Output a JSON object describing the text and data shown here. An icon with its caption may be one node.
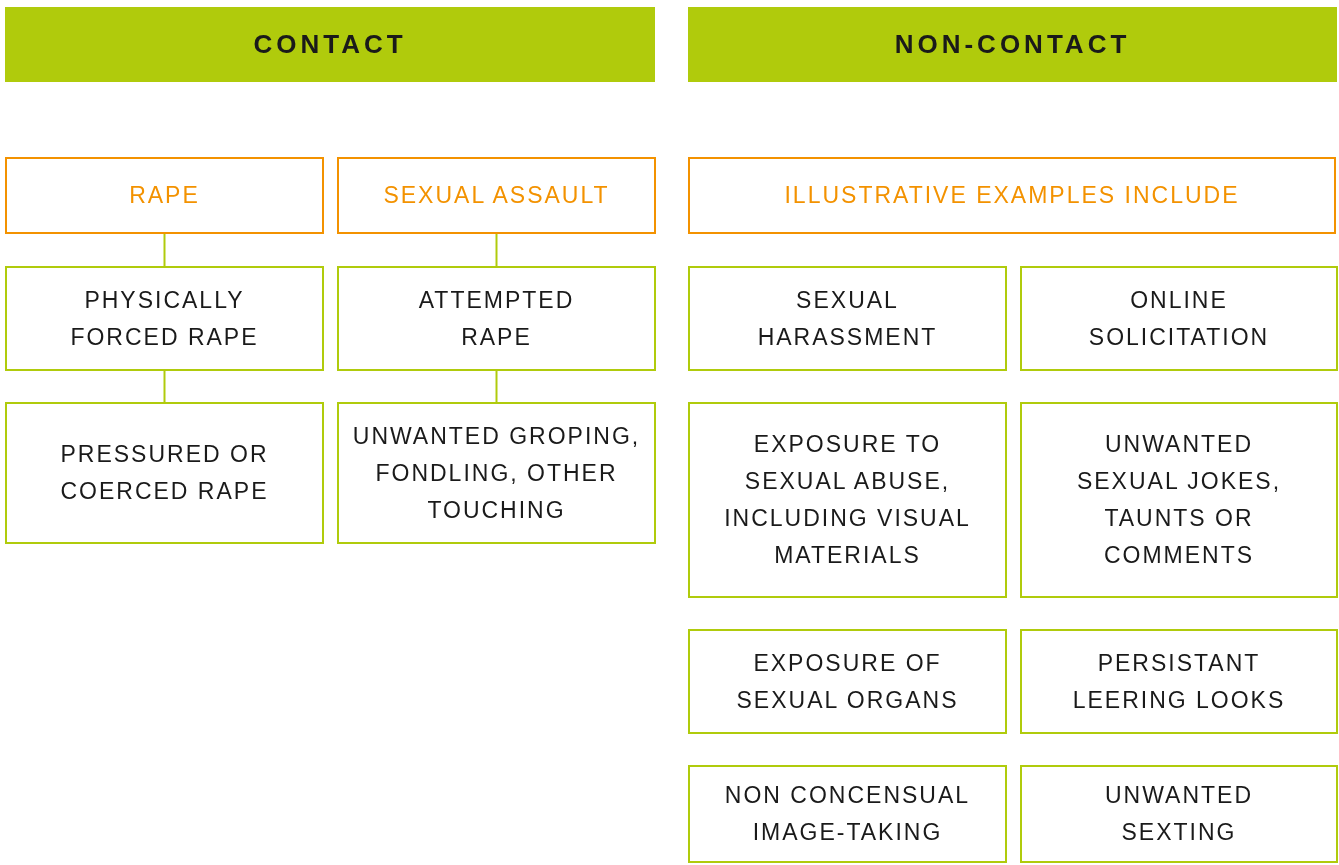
{
  "diagram": {
    "nodes": [
      {
        "text": [
          "CONTACT"
        ]
      },
      {
        "text": [
          "NON-CONTACT"
        ]
      },
      {
        "text": [
          "RAPE"
        ]
      },
      {
        "text": [
          "SEXUAL ASSAULT"
        ]
      },
      {
        "text": [
          "ILLUSTRATIVE EXAMPLES INCLUDE"
        ]
      },
      {
        "text": [
          "PHYSICALLY FORCED RAPE"
        ]
      },
      {
        "text": [
          "ATTEMPTED RAPE"
        ]
      },
      {
        "text": [
          "PRESSURED OR COERCED RAPE"
        ]
      },
      {
        "text": [
          "UNWANTED GROPING, FONDLING, OTHER TOUCHING"
        ]
      },
      {
        "text": [
          "SEXUAL HARASSMENT"
        ]
      },
      {
        "text": [
          "ONLINE SOLICITATION"
        ]
      },
      {
        "text": [
          "EXPOSURE TO SEXUAL ABUSE, INCLUDING VISUAL MATERIALS"
        ]
      },
      {
        "text": [
          "UNWANTED SEXUAL JOKES, TAUNTS OR COMMENTS"
        ]
      },
      {
        "text": [
          "EXPOSURE OF SEXUAL ORGANS"
        ]
      },
      {
        "text": [
          "PERSISTANT LEERING LOOKS"
        ]
      },
      {
        "text": [
          "NON CONCENSUAL IMAGE-TAKING"
        ]
      },
      {
        "text": [
          "UNWANTED SEXTING"
        ]
      }
    ],
    "edges": [
      {
        "from": 2,
        "to": 5,
        "arrow": "none"
      },
      {
        "from": 5,
        "to": 7,
        "arrow": "none"
      },
      {
        "from": 3,
        "to": 6,
        "arrow": "none"
      },
      {
        "from": 6,
        "to": 8,
        "arrow": "none"
      }
    ]
  }
}
